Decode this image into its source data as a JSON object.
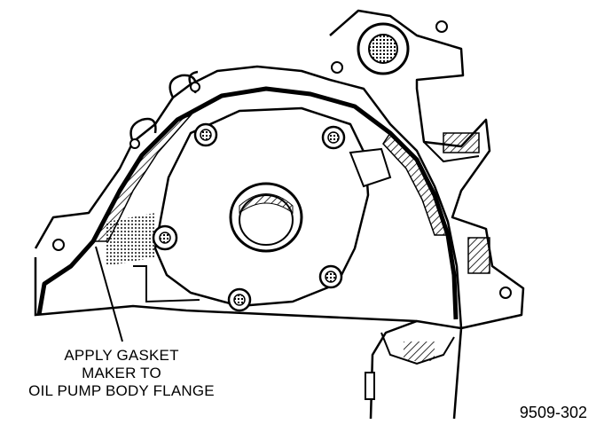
{
  "diagram": {
    "callout_lines": [
      "APPLY GASKET",
      "MAKER TO",
      "OIL PUMP BODY FLANGE"
    ],
    "figure_id": "9509-302",
    "colors": {
      "ink": "#000000",
      "paper": "#ffffff"
    }
  }
}
